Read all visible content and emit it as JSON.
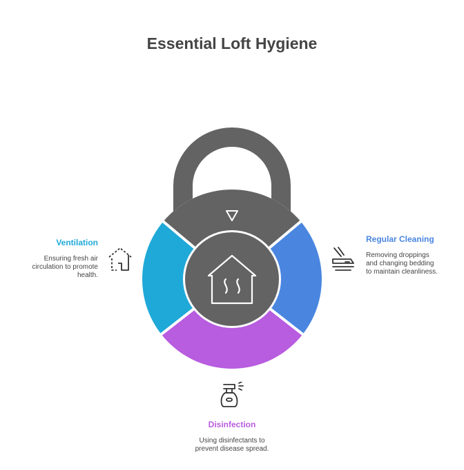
{
  "title": "Essential Loft Hygiene",
  "sections": {
    "ventilation": {
      "label": "Ventilation",
      "description": "Ensuring fresh air circulation to promote health.",
      "color": "#1fa9d8",
      "icon": "house-dashed-icon"
    },
    "cleaning": {
      "label": "Regular Cleaning",
      "description": "Removing droppings and changing bedding to maintain cleanliness.",
      "color": "#4a86e0",
      "icon": "cleaning-brush-icon"
    },
    "disinfection": {
      "label": "Disinfection",
      "description": "Using disinfectants to prevent disease spread.",
      "color": "#b85ce0",
      "icon": "spray-bottle-icon"
    }
  },
  "lock": {
    "body_color": "#636363",
    "top_segment_color": "#636363",
    "center_icon": "home-heat-icon"
  }
}
